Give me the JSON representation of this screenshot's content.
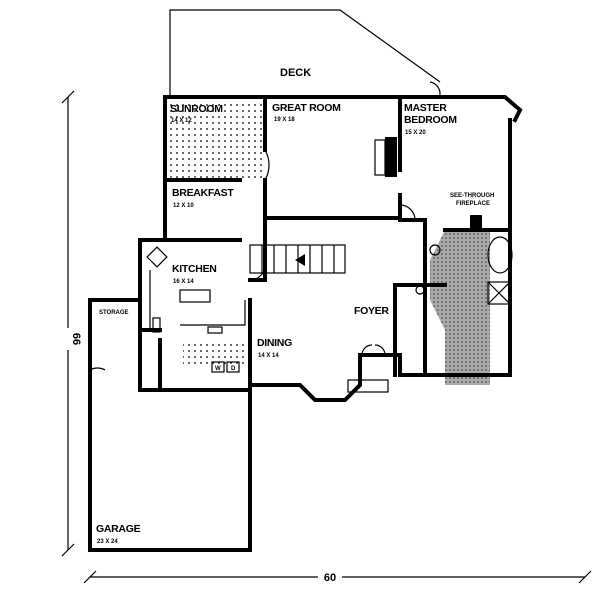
{
  "plan": {
    "rooms": [
      {
        "name": "DECK",
        "size": ""
      },
      {
        "name": "SUNROOM",
        "size": "14 X 12"
      },
      {
        "name": "GREAT ROOM",
        "size": "19 X 18"
      },
      {
        "name": "MASTER",
        "name2": "BEDROOM",
        "size": "15 X 20"
      },
      {
        "name": "BREAKFAST",
        "size": "12 X 10"
      },
      {
        "name": "KITCHEN",
        "size": "16 X 14"
      },
      {
        "name": "STORAGE",
        "size": ""
      },
      {
        "name": "DINING",
        "size": "14 X 14"
      },
      {
        "name": "FOYER",
        "size": ""
      },
      {
        "name": "GARAGE",
        "size": "23 X 24"
      }
    ],
    "fireplace_note": [
      "SEE-THROUGH",
      "FIREPLACE"
    ],
    "appliances": {
      "washer": "W",
      "dryer": "D"
    },
    "dimensions": {
      "depth": "66",
      "width": "60"
    }
  }
}
